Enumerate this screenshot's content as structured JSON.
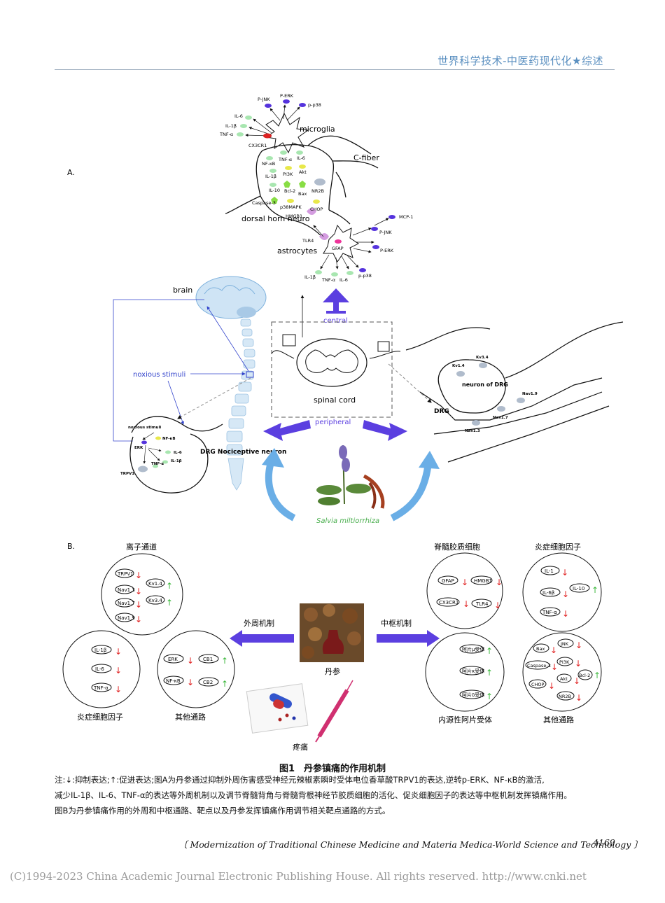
{
  "header": {
    "journal": "世界科学技术-中医药现代化★综述"
  },
  "panelA": {
    "label": "A.",
    "microglia": "microglia",
    "microglia_out": [
      "P-JNK",
      "P-ERK",
      "p-p38"
    ],
    "microglia_cyto": [
      "IL-6",
      "IL-1β",
      "TNF-α"
    ],
    "cx3cr1": "CX3CR1",
    "neuron_markers": [
      "NF-κB",
      "TNF-α",
      "IL-6",
      "IL-1β",
      "PI3K",
      "Akt",
      "NR2B",
      "IL-10",
      "Bcl-2",
      "Bax",
      "Caspase-3",
      "p38MAPK",
      "CHOP",
      "HMGB1"
    ],
    "cfiber": "C-fiber",
    "dorsal": "dorsal horn neuro",
    "astro": "astrocytes",
    "tlr4": "TLR4",
    "gfap": "GFAP",
    "astro_out": [
      "MCP-1",
      "P-JNK",
      "P-ERK",
      "p-p38"
    ],
    "astro_cyto": [
      "IL-1β",
      "TNF-α",
      "IL-6"
    ],
    "brain": "brain",
    "central": "central",
    "noxious": "noxious stimuli",
    "spinal": "spinal cord",
    "peripheral": "peripheral",
    "drg_left": {
      "stim": "noxious stimuli",
      "erk": "ERK",
      "nfkb": "NF-κB",
      "il6": "IL-6",
      "il1b": "IL-1β",
      "tnfa": "TNF-α",
      "trpv1": "TRPV1",
      "title": "DRG Nociceptive neuron"
    },
    "drg_right": {
      "kv14": "Kv1.4",
      "kv34": "Kv3.4",
      "neuron": "neuron of DRG",
      "nav19": "Nav1.9",
      "nav17": "Nav1.7",
      "nav13": "Nav1.3",
      "drg": "DRG"
    },
    "herb": "Salvia miltiorrhiza"
  },
  "panelB": {
    "label": "B.",
    "ion_title": "离子通道",
    "ion_left": [
      "TRPV1",
      "Nav1.3",
      "Nav1.7",
      "Nav1.9"
    ],
    "ion_right": [
      "Kv1.4",
      "Kv3.4"
    ],
    "infl_periph": [
      "IL-1β",
      "IL-6",
      "TNF-α"
    ],
    "infl_periph_title": "炎症细胞因子",
    "other_periph_left": [
      "ERK",
      "NF-κB"
    ],
    "other_periph_right": [
      "CB1",
      "CB2"
    ],
    "other_periph_title": "其他通路",
    "periph_mech": "外周机制",
    "central_mech": "中枢机制",
    "danshen": "丹参",
    "pain": "疼痛",
    "glia_title": "脊髓胶质细胞",
    "glia_items": [
      "GFAP",
      "HMGB1",
      "CX3CR1",
      "TLR4"
    ],
    "infl_central_title": "炎症细胞因子",
    "infl_central_items": [
      "IL-1",
      "IL-6β",
      "IL-10",
      "TNF-α"
    ],
    "opioid_items": [
      "阿片μ受体",
      "阿片κ受体",
      "阿片δ受体"
    ],
    "opioid_title": "内源性阿片受体",
    "other_central_items": [
      "Bax",
      "JNK",
      "Caspase-3",
      "PI3K",
      "Bcl-2",
      "CHOP",
      "Akt",
      "NR2B"
    ],
    "other_central_title": "其他通路"
  },
  "caption": "图1　丹参镇痛的作用机制",
  "notes": [
    "注:↓:抑制表达;↑:促进表达;图A为丹参通过抑制外周伤害感受神经元辣椒素瞬时受体电位香草酸TRPV1的表达,逆转p-ERK、NF-κB的激活,",
    "减少IL-1β、IL-6、TNF-α的表达等外周机制以及调节脊髓背角与脊髓背根神经节胶质细胞的活化、促炎细胞因子的表达等中枢机制发挥镇痛作用。",
    "图B为丹参镇痛作用的外周和中枢通路、靶点以及丹参发挥镇痛作用调节相关靶点通路的方式。"
  ],
  "footer": {
    "journal": "〔 Modernization of Traditional Chinese Medicine and Materia Medica-World Science and Technology 〕",
    "page": "4169"
  },
  "copyright": "(C)1994-2023 China Academic Journal Electronic Publishing House. All rights reserved.    http://www.cnki.net",
  "colors": {
    "header": "#5a8fc0",
    "purple": "#5b3fe0",
    "up": "#3db83d",
    "down": "#e02020",
    "sky": "#6aaee6"
  }
}
